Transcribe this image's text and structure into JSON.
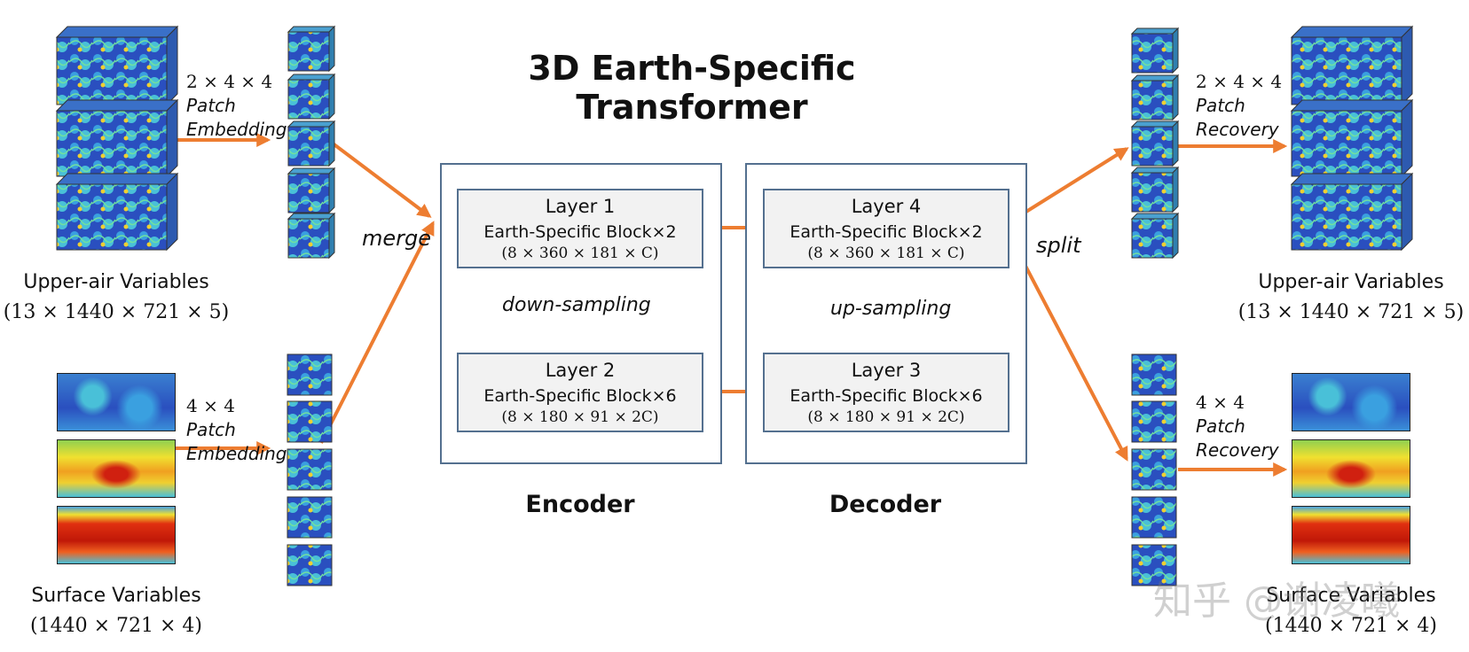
{
  "title": "3D Earth-Specific Transformer",
  "left": {
    "upper_label": "Upper-air Variables",
    "upper_dims": "(13 × 1440 × 721 × 5)",
    "upper_patch_size": "2 × 4 × 4",
    "upper_patch_line1": "Patch",
    "upper_patch_line2": "Embedding",
    "surface_label": "Surface Variables",
    "surface_dims": "(1440 × 721 × 4)",
    "surface_patch_size": "4 × 4",
    "surface_patch_line1": "Patch",
    "surface_patch_line2": "Embedding"
  },
  "right": {
    "upper_label": "Upper-air Variables",
    "upper_dims": "(13 × 1440 × 721 × 5)",
    "upper_patch_size": "2 × 4 × 4",
    "upper_patch_line1": "Patch",
    "upper_patch_line2": "Recovery",
    "surface_label": "Surface Variables",
    "surface_dims": "(1440 × 721 × 4)",
    "surface_patch_size": "4 × 4",
    "surface_patch_line1": "Patch",
    "surface_patch_line2": "Recovery"
  },
  "merge_label": "merge",
  "split_label": "split",
  "encoder": {
    "label": "Encoder",
    "layer1": {
      "title": "Layer 1",
      "block": "Earth-Specific Block×2",
      "dims": "(8 × 360 × 181 × C)"
    },
    "layer2": {
      "title": "Layer 2",
      "block": "Earth-Specific Block×6",
      "dims": "(8 × 180 × 91 × 2C)"
    },
    "sampling": "down-sampling"
  },
  "decoder": {
    "label": "Decoder",
    "layer4": {
      "title": "Layer 4",
      "block": "Earth-Specific Block×2",
      "dims": "(8 × 360 × 181 × C)"
    },
    "layer3": {
      "title": "Layer 3",
      "block": "Earth-Specific Block×6",
      "dims": "(8 × 180 × 91 × 2C)"
    },
    "sampling": "up-sampling"
  },
  "watermark": "知乎 @谢凌曦",
  "colors": {
    "arrow": "#ed7d31",
    "panel_border": "#54708f",
    "layer_fill": "#f2f2f2"
  }
}
